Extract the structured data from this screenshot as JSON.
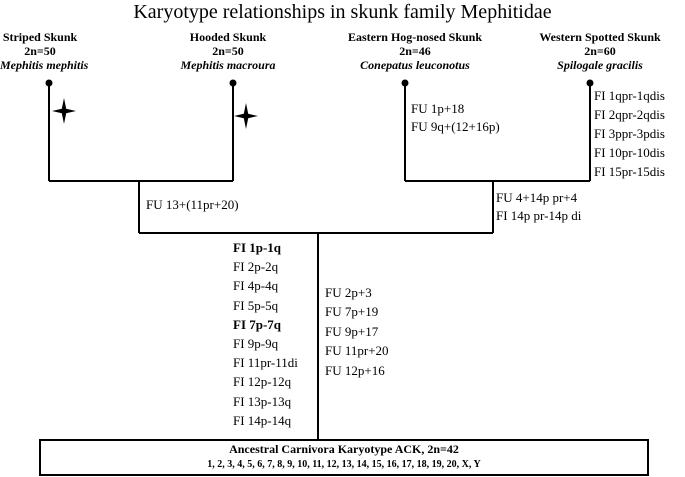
{
  "title": "Karyotype relationships in skunk family Mephitidae",
  "species": [
    {
      "common": "Striped Skunk",
      "chromosomes": "2n=50",
      "latin": "Mephitis mephitis"
    },
    {
      "common": "Hooded Skunk",
      "chromosomes": "2n=50",
      "latin": "Mephitis macroura"
    },
    {
      "common": "Eastern Hog-nosed Skunk",
      "chromosomes": "2n=46",
      "latin": "Conepatus leuconotus"
    },
    {
      "common": "Western Spotted Skunk",
      "chromosomes": "2n=60",
      "latin": "Spilogale gracilis"
    }
  ],
  "events": {
    "conepatus": [
      "FU 1p+18",
      "FU 9q+(12+16p)"
    ],
    "spilogale": [
      "FI 1qpr-1qdis",
      "FI 2qpr-2qdis",
      "FI 3ppr-3pdis",
      "FI 10pr-10dis",
      "FI 15pr-15dis"
    ],
    "mephitis_clade": [
      "FU 13+(11pr+20)"
    ],
    "conepatus_spilogale_clade": [
      "FU 4+14p pr+4",
      "FI 14p pr-14p di"
    ],
    "trunk_fissions": [
      "FI 1p-1q",
      "FI 2p-2q",
      "FI 4p-4q",
      "FI 5p-5q",
      "FI 7p-7q",
      "FI 9p-9q",
      "FI 11pr-11di",
      "FI 12p-12q",
      "FI 13p-13q",
      "FI 14p-14q"
    ],
    "trunk_fusions": [
      "FU 2p+3",
      "FU 7p+19",
      "FU 9p+17",
      "FU 11pr+20",
      "FU 12p+16"
    ]
  },
  "ancestor": {
    "title": "Ancestral Carnivora Karyotype ACK, 2n=42",
    "chromosomes": "1, 2, 3, 4, 5, 6, 7, 8, 9, 10, 11, 12, 13, 14, 15, 16, 17, 18, 19, 20, X, Y"
  }
}
